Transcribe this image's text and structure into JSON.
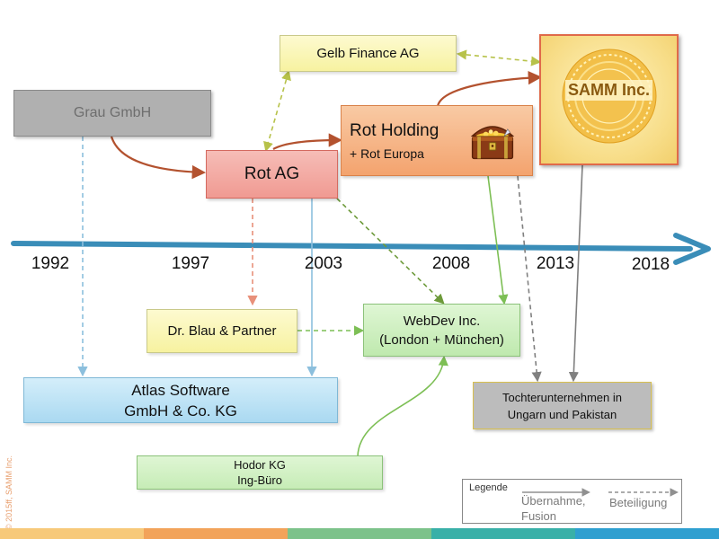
{
  "timeline": {
    "years": [
      "1992",
      "1997",
      "2003",
      "2008",
      "2013",
      "2018"
    ],
    "axis_color": "#3a8db8"
  },
  "companies": {
    "grau": {
      "name": "Grau GmbH",
      "color": "#b0b0b0"
    },
    "rot_ag": {
      "name": "Rot AG",
      "color": "#f3a7a2"
    },
    "rot_holding": {
      "name": "Rot Holding",
      "sub": "+ Rot Europa",
      "color": "#f6b88a"
    },
    "gelb": {
      "name": "Gelb Finance AG",
      "color": "#fbf7b8"
    },
    "samm": {
      "name": "SAMM Inc.",
      "color": "#f5d97a"
    },
    "blau": {
      "name": "Dr. Blau & Partner",
      "color": "#fbf7b8"
    },
    "webdev": {
      "line1": "WebDev Inc.",
      "line2": "(London + München)",
      "color": "#cdefc0"
    },
    "atlas": {
      "line1": "Atlas Software",
      "line2": "GmbH & Co. KG",
      "color": "#bfe4f5"
    },
    "hodor": {
      "line1": "Hodor KG",
      "line2": "Ing-Büro",
      "color": "#cdefc0"
    },
    "tochter": {
      "line1": "Tochterunternehmen in",
      "line2": "Ungarn und Pakistan",
      "color": "#bcbcbc"
    }
  },
  "legend": {
    "title": "Legende",
    "acquisition_line1": "Übernahme,",
    "acquisition_line2": "Fusion",
    "participation": "Beteiligung"
  },
  "icons": {
    "treasure": "treasure-chest-icon",
    "seal": "samm-seal-logo"
  },
  "copyright": "© 2015ff, SAMM Inc.",
  "footer_colors": [
    "#f7c97a",
    "#f2a35a",
    "#7cc28a",
    "#39b0a8",
    "#2f9fd0"
  ]
}
